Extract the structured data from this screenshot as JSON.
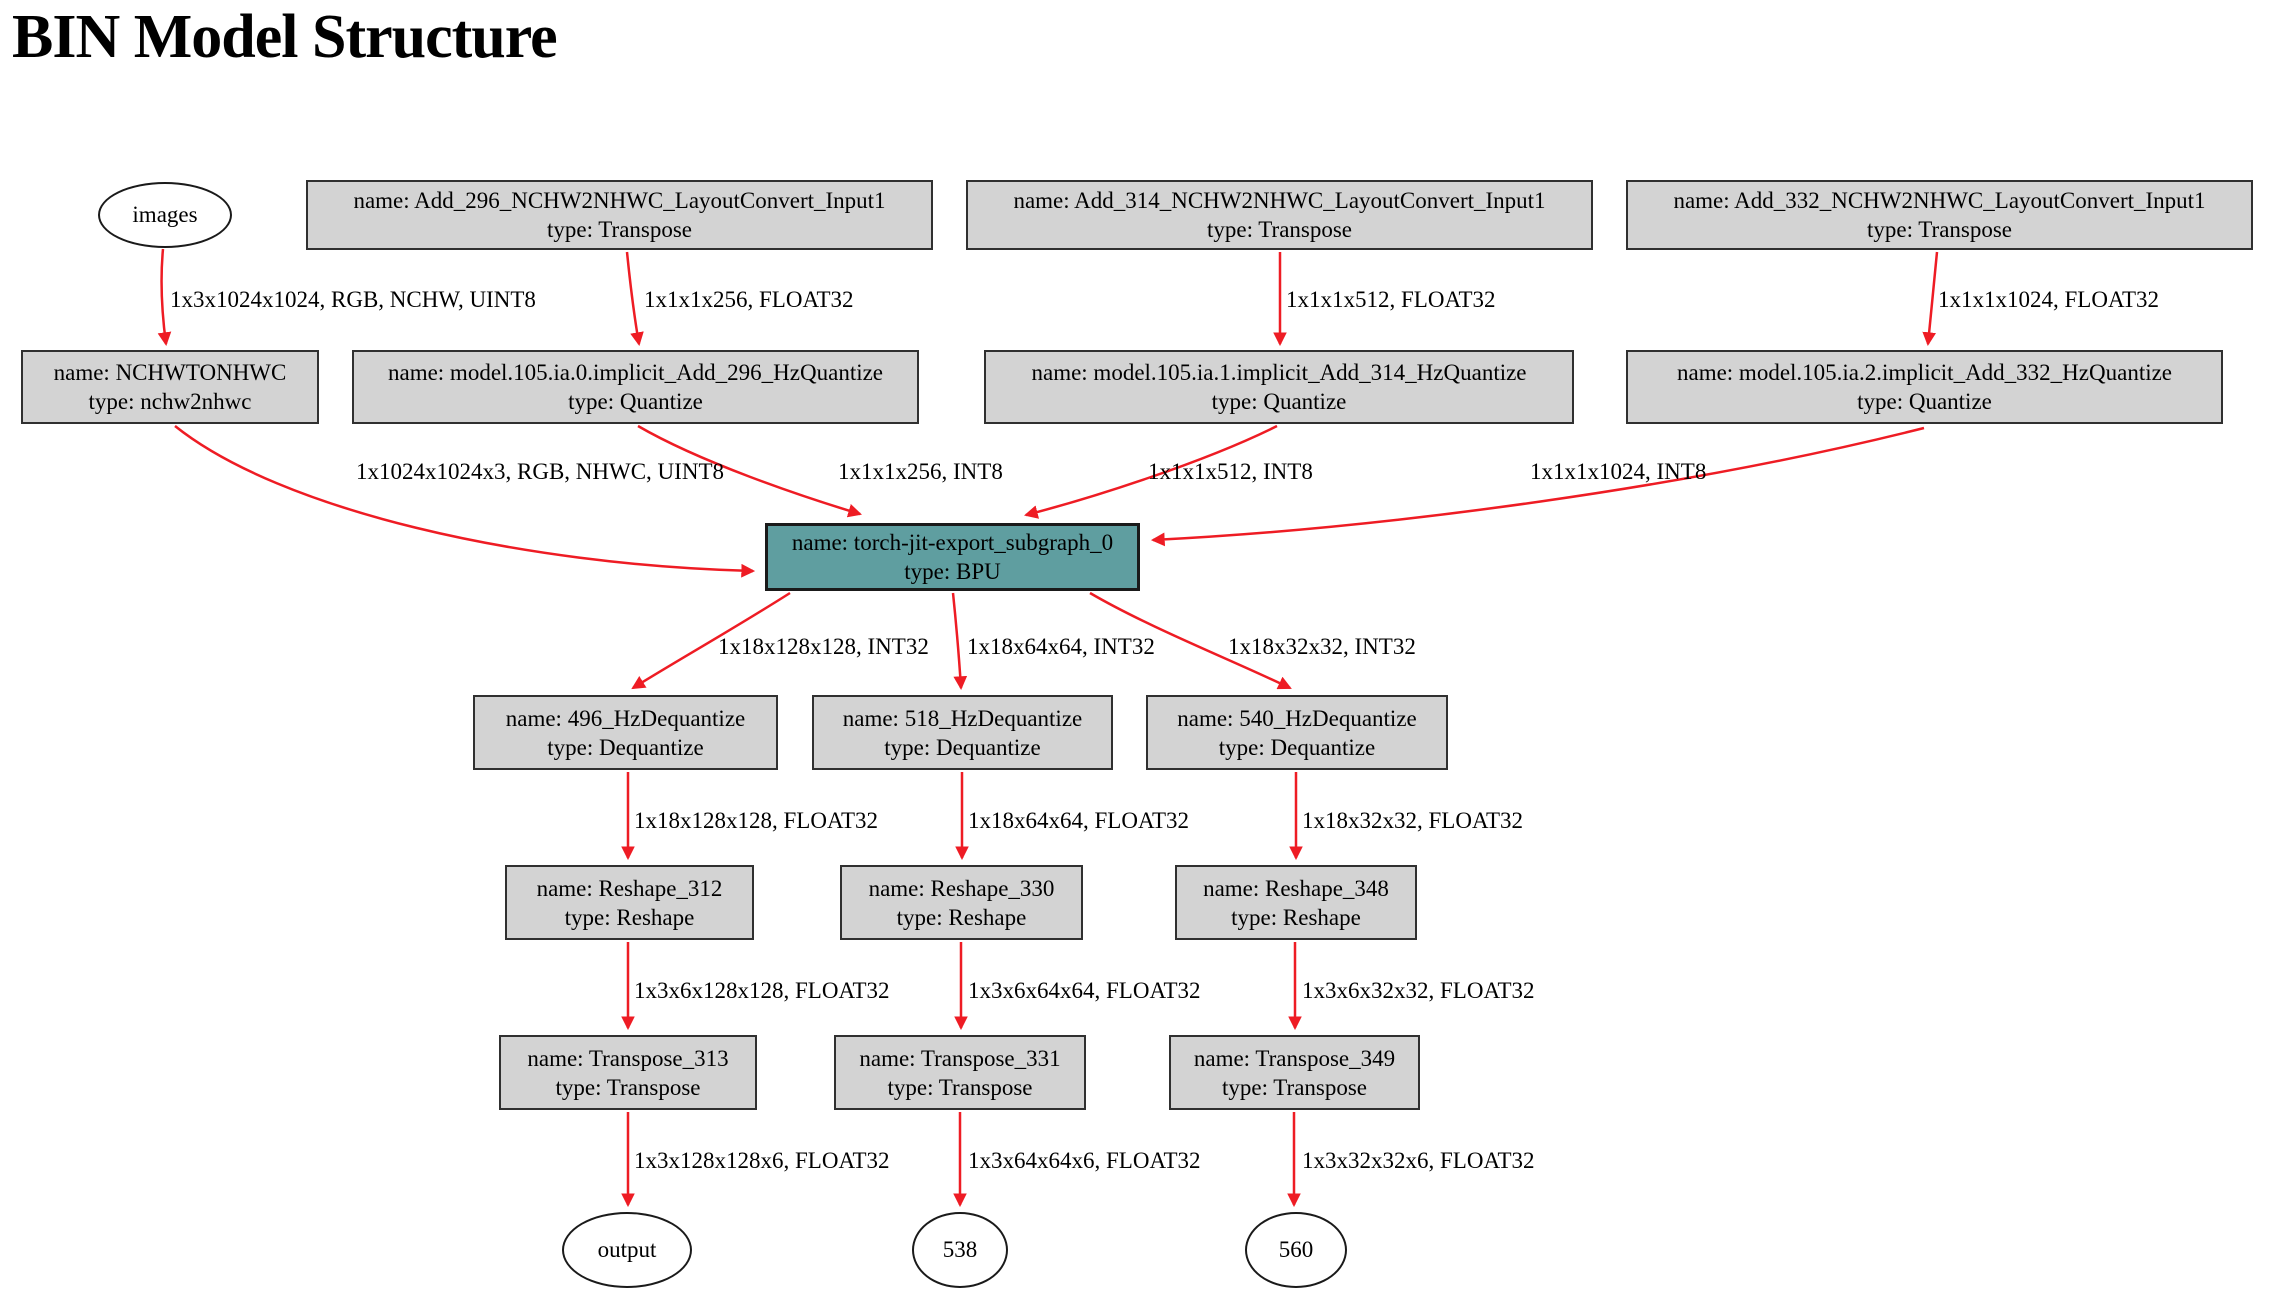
{
  "title": "BIN Model Structure",
  "colors": {
    "edge": "#ee1c24",
    "node_fill": "#d3d3d3",
    "node_border": "#303030",
    "bpu_fill": "#5f9ea0",
    "text": "#000000",
    "background": "#ffffff"
  },
  "nodes": {
    "images": {
      "label": "images"
    },
    "add_296": {
      "name": "name: Add_296_NCHW2NHWC_LayoutConvert_Input1",
      "type": "type: Transpose"
    },
    "add_314": {
      "name": "name: Add_314_NCHW2NHWC_LayoutConvert_Input1",
      "type": "type: Transpose"
    },
    "add_332": {
      "name": "name: Add_332_NCHW2NHWC_LayoutConvert_Input1",
      "type": "type: Transpose"
    },
    "nchwtonhwc": {
      "name": "name: NCHWTONHWC",
      "type": "type: nchw2nhwc"
    },
    "quantize_0": {
      "name": "name: model.105.ia.0.implicit_Add_296_HzQuantize",
      "type": "type: Quantize"
    },
    "quantize_1": {
      "name": "name: model.105.ia.1.implicit_Add_314_HzQuantize",
      "type": "type: Quantize"
    },
    "quantize_2": {
      "name": "name: model.105.ia.2.implicit_Add_332_HzQuantize",
      "type": "type: Quantize"
    },
    "bpu": {
      "name": "name: torch-jit-export_subgraph_0",
      "type": "type: BPU"
    },
    "dequantize_0": {
      "name": "name: 496_HzDequantize",
      "type": "type: Dequantize"
    },
    "dequantize_1": {
      "name": "name: 518_HzDequantize",
      "type": "type: Dequantize"
    },
    "dequantize_2": {
      "name": "name: 540_HzDequantize",
      "type": "type: Dequantize"
    },
    "reshape_0": {
      "name": "name: Reshape_312",
      "type": "type: Reshape"
    },
    "reshape_1": {
      "name": "name: Reshape_330",
      "type": "type: Reshape"
    },
    "reshape_2": {
      "name": "name: Reshape_348",
      "type": "type: Reshape"
    },
    "transpose_0": {
      "name": "name: Transpose_313",
      "type": "type: Transpose"
    },
    "transpose_1": {
      "name": "name: Transpose_331",
      "type": "type: Transpose"
    },
    "transpose_2": {
      "name": "name: Transpose_349",
      "type": "type: Transpose"
    },
    "output": {
      "label": "output"
    },
    "out_538": {
      "label": "538"
    },
    "out_560": {
      "label": "560"
    }
  },
  "edge_labels": {
    "images_to_nchw": "1x3x1024x1024, RGB, NCHW, UINT8",
    "add296_to_quant0": "1x1x1x256, FLOAT32",
    "add314_to_quant1": "1x1x1x512, FLOAT32",
    "add332_to_quant2": "1x1x1x1024, FLOAT32",
    "nchw_to_bpu": "1x1024x1024x3, RGB, NHWC, UINT8",
    "quant0_to_bpu": "1x1x1x256, INT8",
    "quant1_to_bpu": "1x1x1x512, INT8",
    "quant2_to_bpu": "1x1x1x1024, INT8",
    "bpu_to_deq0": "1x18x128x128, INT32",
    "bpu_to_deq1": "1x18x64x64, INT32",
    "bpu_to_deq2": "1x18x32x32, INT32",
    "deq0_to_reshape0": "1x18x128x128, FLOAT32",
    "deq1_to_reshape1": "1x18x64x64, FLOAT32",
    "deq2_to_reshape2": "1x18x32x32, FLOAT32",
    "reshape0_to_transpose0": "1x3x6x128x128, FLOAT32",
    "reshape1_to_transpose1": "1x3x6x64x64, FLOAT32",
    "reshape2_to_transpose2": "1x3x6x32x32, FLOAT32",
    "transpose0_to_output": "1x3x128x128x6, FLOAT32",
    "transpose1_to_538": "1x3x64x64x6, FLOAT32",
    "transpose2_to_560": "1x3x32x32x6, FLOAT32"
  }
}
